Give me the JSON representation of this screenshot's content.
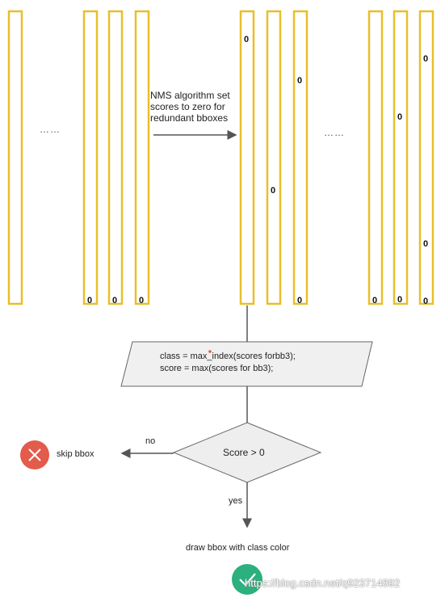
{
  "nms_label_line1": "NMS algorithm set",
  "nms_label_line2": "scores to zero for",
  "nms_label_line3": "redundant bboxes",
  "ellipsis_left": "……",
  "ellipsis_right": "……",
  "zero": "0",
  "code_line1": "class = max_index(scores forbb3);",
  "code_line2": "score = max(scores for bb3);",
  "decision": "Score > 0",
  "no_label": "no",
  "yes_label": "yes",
  "skip_label": "skip bbox",
  "draw_label": "draw bbox with class color",
  "watermark": "https://blog.csdn.net/q923714892",
  "colors": {
    "bbox_border": "#e8bf2a",
    "diamond_fill": "#eeeeee",
    "box_fill": "#f0f0f0",
    "line": "#555555",
    "skip_red": "#e35b4a",
    "check_green": "#2bb07e"
  }
}
